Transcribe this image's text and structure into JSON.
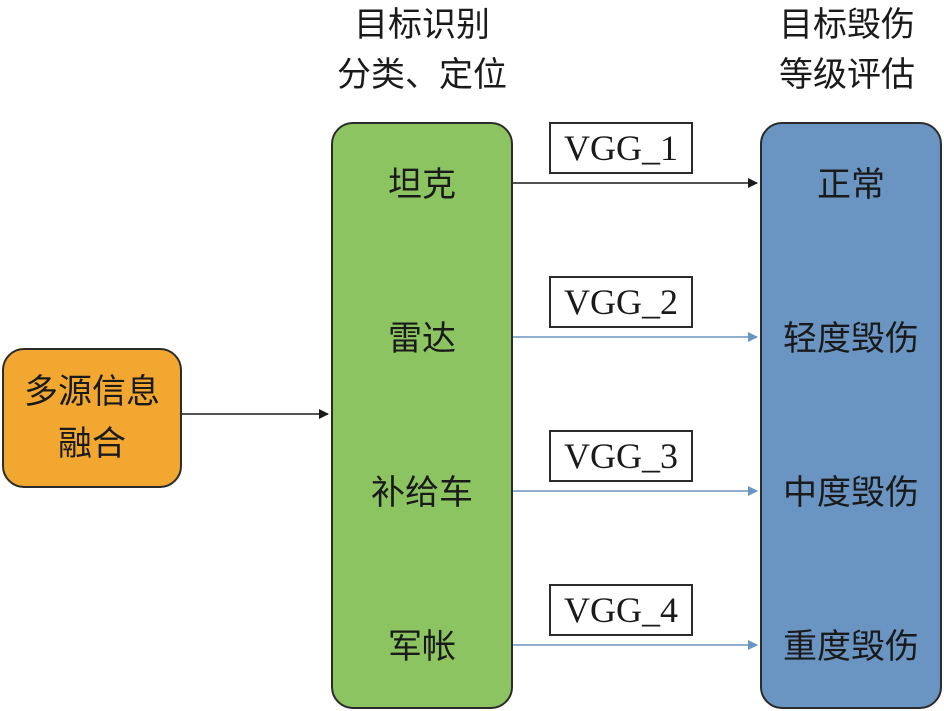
{
  "headers": {
    "target_recognition": [
      "目标识别",
      "分类、定位"
    ],
    "damage_assessment": [
      "目标毁伤",
      "等级评估"
    ]
  },
  "source": {
    "lines": [
      "多源信息",
      "融合"
    ],
    "color": "#f2a830"
  },
  "targets": {
    "color": "#8cc462",
    "items": [
      "坦克",
      "雷达",
      "补给车",
      "军帐"
    ]
  },
  "models": [
    "VGG_1",
    "VGG_2",
    "VGG_3",
    "VGG_4"
  ],
  "damage_levels": {
    "color": "#6a94c1",
    "items": [
      "正常",
      "轻度毁伤",
      "中度毁伤",
      "重度毁伤"
    ]
  },
  "arrow_colors": {
    "primary": "#1a1a1a",
    "secondary": "#6a94c1"
  }
}
